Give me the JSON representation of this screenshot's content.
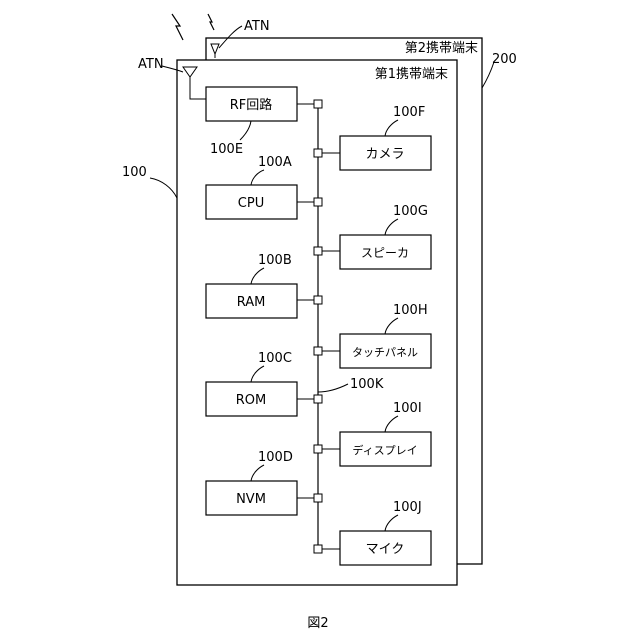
{
  "terminal2": {
    "title": "第2携帯端末",
    "ref": "200"
  },
  "terminal1": {
    "title": "第1携帯端末",
    "ref": "100"
  },
  "antenna_label_top": "ATN",
  "antenna_label_left": "ATN",
  "bus_label": "100K",
  "left_blocks": [
    {
      "label": "RF回路",
      "ref": "100E"
    },
    {
      "label": "CPU",
      "ref": "100A"
    },
    {
      "label": "RAM",
      "ref": "100B"
    },
    {
      "label": "ROM",
      "ref": "100C"
    },
    {
      "label": "NVM",
      "ref": "100D"
    }
  ],
  "right_blocks": [
    {
      "label": "カメラ",
      "ref": "100F"
    },
    {
      "label": "スピーカ",
      "ref": "100G"
    },
    {
      "label": "タッチパネル",
      "ref": "100H"
    },
    {
      "label": "ディスプレイ",
      "ref": "100I"
    },
    {
      "label": "マイク",
      "ref": "100J"
    }
  ],
  "caption": "図2"
}
